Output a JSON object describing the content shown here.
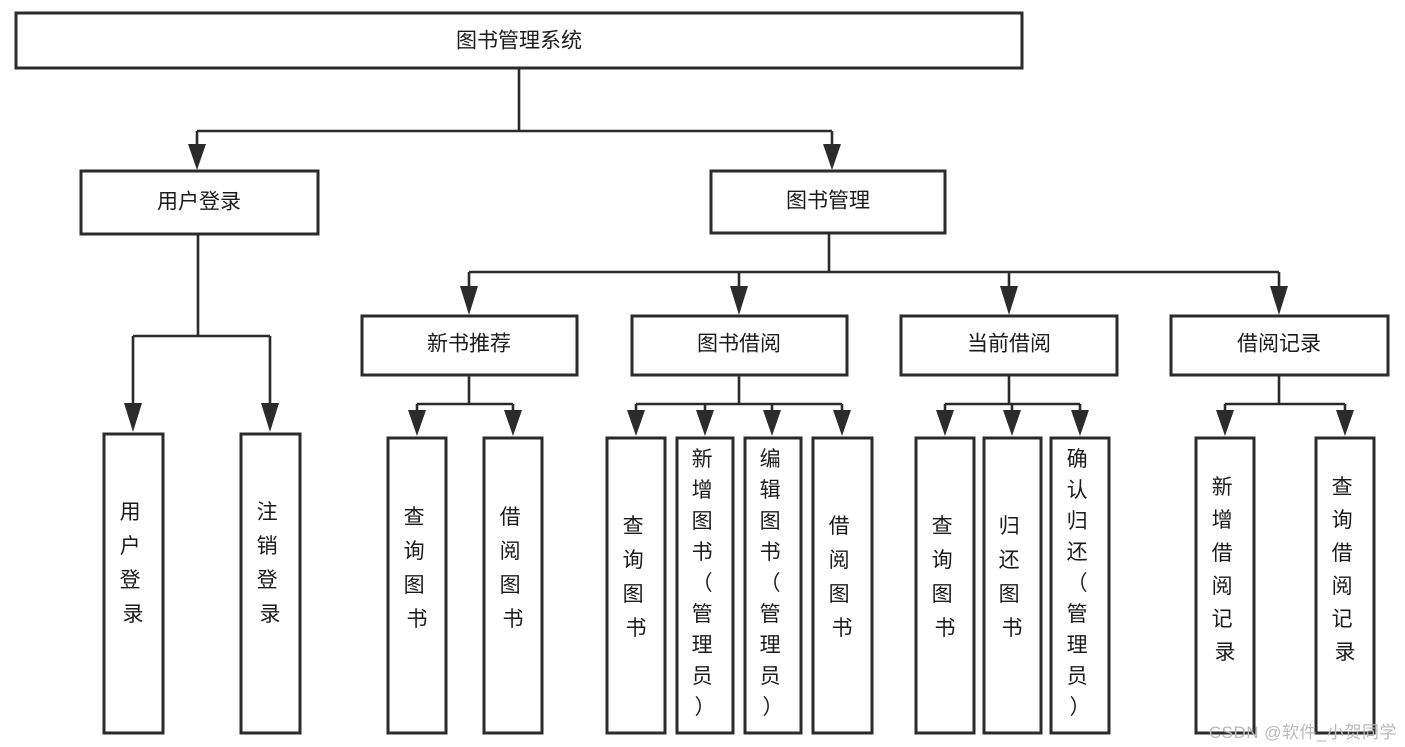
{
  "diagram": {
    "type": "tree-hierarchy",
    "title": "图书管理系统",
    "root": {
      "id": "root",
      "label": "图书管理系统",
      "orientation": "horizontal"
    },
    "level1": [
      {
        "id": "user-login",
        "label": "用户登录",
        "orientation": "horizontal"
      },
      {
        "id": "book-management",
        "label": "图书管理",
        "orientation": "horizontal"
      }
    ],
    "level2": [
      {
        "id": "new-book-recommend",
        "label": "新书推荐",
        "parent": "book-management",
        "orientation": "horizontal"
      },
      {
        "id": "book-borrow",
        "label": "图书借阅",
        "parent": "book-management",
        "orientation": "horizontal"
      },
      {
        "id": "current-borrow",
        "label": "当前借阅",
        "parent": "book-management",
        "orientation": "horizontal"
      },
      {
        "id": "borrow-record",
        "label": "借阅记录",
        "parent": "book-management",
        "orientation": "horizontal"
      }
    ],
    "leaves": [
      {
        "id": "leaf-user-login",
        "parent": "user-login",
        "orientation": "vertical",
        "lines": [
          "用",
          "户",
          "登",
          "录"
        ]
      },
      {
        "id": "leaf-logout-login",
        "parent": "user-login",
        "orientation": "vertical",
        "lines": [
          "注",
          "销",
          "登",
          "录"
        ]
      },
      {
        "id": "leaf-query-book-recommend",
        "parent": "new-book-recommend",
        "orientation": "vertical",
        "lines": [
          "查",
          "询",
          "图",
          "书"
        ]
      },
      {
        "id": "leaf-borrow-book-recommend",
        "parent": "new-book-recommend",
        "orientation": "vertical",
        "lines": [
          "借",
          "阅",
          "图",
          "书"
        ]
      },
      {
        "id": "leaf-query-book-borrow",
        "parent": "book-borrow",
        "orientation": "vertical",
        "lines": [
          "查",
          "询",
          "图",
          "书"
        ]
      },
      {
        "id": "leaf-add-book-admin",
        "parent": "book-borrow",
        "orientation": "vertical",
        "lines": [
          "新",
          "增",
          "图",
          "书",
          "（",
          "管",
          "理",
          "员",
          "）"
        ]
      },
      {
        "id": "leaf-edit-book-admin",
        "parent": "book-borrow",
        "orientation": "vertical",
        "lines": [
          "编",
          "辑",
          "图",
          "书",
          "（",
          "管",
          "理",
          "员",
          "）"
        ]
      },
      {
        "id": "leaf-borrow-book-borrow",
        "parent": "book-borrow",
        "orientation": "vertical",
        "lines": [
          "借",
          "阅",
          "图",
          "书"
        ]
      },
      {
        "id": "leaf-query-book-current",
        "parent": "current-borrow",
        "orientation": "vertical",
        "lines": [
          "查",
          "询",
          "图",
          "书"
        ]
      },
      {
        "id": "leaf-return-book",
        "parent": "current-borrow",
        "orientation": "vertical",
        "lines": [
          "归",
          "还",
          "图",
          "书"
        ]
      },
      {
        "id": "leaf-confirm-return-admin",
        "parent": "current-borrow",
        "orientation": "vertical",
        "lines": [
          "确",
          "认",
          "归",
          "还",
          "（",
          "管",
          "理",
          "员",
          "）"
        ]
      },
      {
        "id": "leaf-add-borrow-record",
        "parent": "borrow-record",
        "orientation": "vertical",
        "lines": [
          "新",
          "增",
          "借",
          "阅",
          "记",
          "录"
        ]
      },
      {
        "id": "leaf-query-borrow-record",
        "parent": "borrow-record",
        "orientation": "vertical",
        "lines": [
          "查",
          "询",
          "借",
          "阅",
          "记",
          "录"
        ]
      }
    ],
    "colors": {
      "box_stroke": "#2b2b2b",
      "box_fill": "#ffffff",
      "text": "#1b1b1b",
      "connector": "#2b2b2b",
      "background": "#ffffff",
      "watermark": "#b9b9b9"
    }
  },
  "watermark": {
    "text": "CSDN @软件_小贺同学"
  }
}
